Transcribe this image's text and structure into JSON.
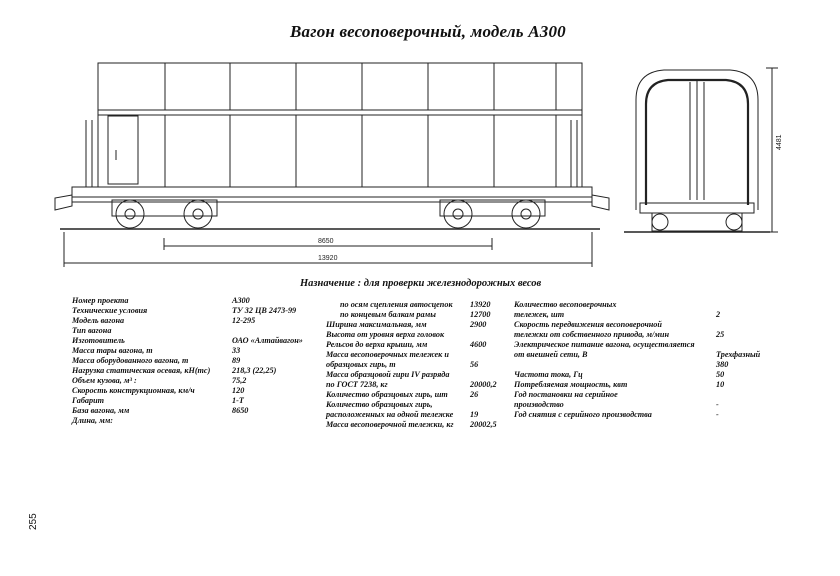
{
  "title": "Вагон весоповерочный, модель А300",
  "purpose": "Назначение : для проверки железнодорожных весов",
  "page_number": "255",
  "dimensions": {
    "bogie_base": "8650",
    "length": "13920",
    "height": "4481"
  },
  "specs_left": [
    {
      "label": "Номер проекта",
      "value": "А300"
    },
    {
      "label": "Технические условия",
      "value": "ТУ 32 ЦВ 2473-99"
    },
    {
      "label": "Модель вагона",
      "value": "12-295"
    },
    {
      "label": "Тип вагона",
      "value": ""
    },
    {
      "label": "Изготовитель",
      "value": "ОАО «Алтайвагон»"
    },
    {
      "label": "Масса тары вагона, т",
      "value": "33"
    },
    {
      "label": "Масса оборудованного вагона, т",
      "value": "89"
    },
    {
      "label": "Нагрузка статическая осевая, кН(тс)",
      "value": "218,3 (22,25)"
    },
    {
      "label": "Объем кузова, м³ :",
      "value": "75,2"
    },
    {
      "label": "Скорость конструкционная, км/ч",
      "value": "120"
    },
    {
      "label": "Габарит",
      "value": "1-Т"
    },
    {
      "label": "База вагона, мм",
      "value": "8650"
    },
    {
      "label": "Длина, мм:",
      "value": ""
    }
  ],
  "specs_middle": [
    {
      "label": "по осям сцепления автосцепок",
      "value": "13920"
    },
    {
      "label": "по концевым балкам рамы",
      "value": "12700"
    },
    {
      "label": "Ширина максимальная, мм",
      "value": "2900"
    },
    {
      "label": "Высота от уровня верха головок",
      "value": ""
    },
    {
      "label": "Рельсов до верха крыши, мм",
      "value": "4600"
    },
    {
      "label": "Масса весоповерочных тележек и",
      "value": ""
    },
    {
      "label": "образцовых гирь, т",
      "value": "56"
    },
    {
      "label": "Масса образцовой гири IV разряда",
      "value": ""
    },
    {
      "label": "по ГОСТ 7238, кг",
      "value": "20000,2"
    },
    {
      "label": "Количество образцовых гирь, шт",
      "value": "26"
    },
    {
      "label": "Количество образцовых гирь,",
      "value": ""
    },
    {
      "label": "расположенных на одной тележке",
      "value": "19"
    },
    {
      "label": "Масса весоповерочной тележки, кг",
      "value": "20002,5"
    }
  ],
  "specs_right": [
    {
      "label": "Количество весоповерочных",
      "value": ""
    },
    {
      "label": "тележек, шт",
      "value": "2"
    },
    {
      "label": "Скорость передвижения весоповерочной",
      "value": ""
    },
    {
      "label": "тележки от собственного привода, м/мин",
      "value": "25"
    },
    {
      "label": "Электрическое питание вагона, осуществляется",
      "value": ""
    },
    {
      "label": "от внешней сети, В",
      "value": "Трехфазный"
    },
    {
      "label": "",
      "value": "380"
    },
    {
      "label": "Частота тока, Гц",
      "value": "50"
    },
    {
      "label": "Потребляемая мощность, квт",
      "value": "10"
    },
    {
      "label": "Год постановки на серийное",
      "value": ""
    },
    {
      "label": "производство",
      "value": "-"
    },
    {
      "label": "Год снятия с серийного производства",
      "value": "-"
    }
  ]
}
